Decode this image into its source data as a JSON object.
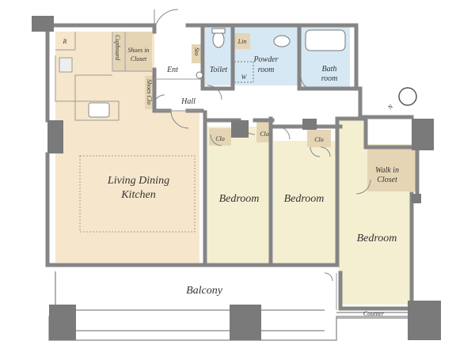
{
  "rooms": {
    "ldk_line1": "Living Dining",
    "ldk_line2": "Kitchen",
    "bedroom": "Bedroom",
    "balcony": "Balcony",
    "entrance": "Ent",
    "hall": "Hall",
    "toilet": "Toilet",
    "powder_line1": "Powder",
    "powder_line2": "room",
    "bath_line1": "Bath",
    "bath_line2": "room",
    "walkin_line1": "Walk in",
    "walkin_line2": "Closet",
    "shoes_in_line1": "Shoes in",
    "shoes_in_line2": "Closet",
    "cupboard": "Cupboard",
    "shoes_clo": "Shoes Clo",
    "clo": "Clo",
    "storage": "Sto",
    "linen": "Lin",
    "washer": "W",
    "refrigerator": "R",
    "counter": "Counter",
    "compass": "N"
  },
  "colors": {
    "ldk": "#f6e6cc",
    "bedroom": "#f5efd2",
    "water": "#d6e8f3",
    "closet": "#e5d5b5",
    "hall": "#ffffff",
    "wall": "#858585",
    "pillar": "#7a7a7a"
  }
}
